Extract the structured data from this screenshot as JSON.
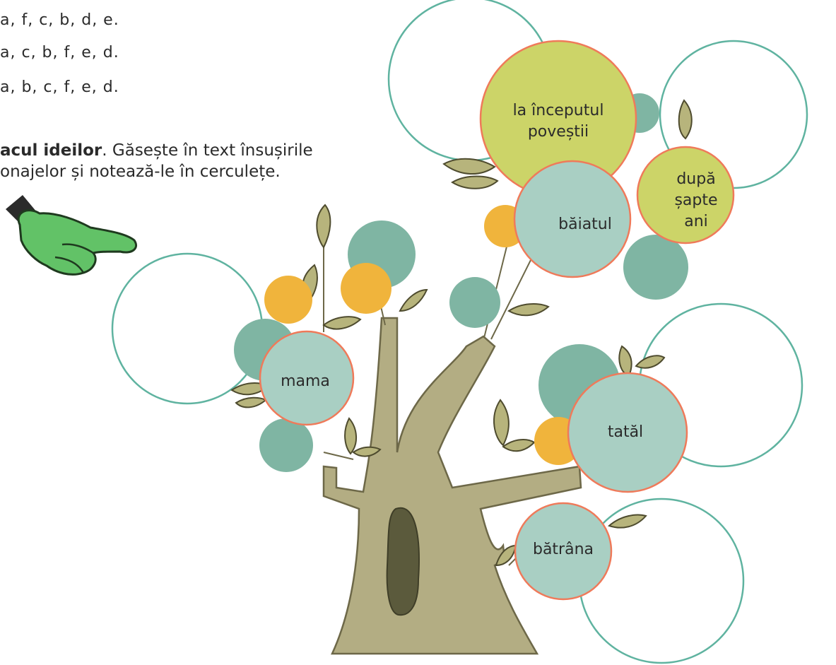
{
  "options": [
    "a, f, c, b, d, e.",
    "a, c, b, f, e, d.",
    "a, b, c, f, e, d."
  ],
  "instruction": {
    "bold": "acul ideilor",
    "rest": ". Găsește în text însușirile",
    "line2": "onajelor și notează-le în cerculețe."
  },
  "nodes": {
    "inceput_l1": "la începutul",
    "inceput_l2": "poveștii",
    "dupa_l1": "după",
    "dupa_l2": "șapte",
    "dupa_l3": "ani",
    "baiatul": "băiatul",
    "mama": "mama",
    "tatal": "tatăl",
    "batrana": "bătrâna"
  },
  "colors": {
    "teal_outline": "#5fb3a0",
    "sage_circle": "#a9cfc3",
    "dark_sage": "#7fb5a3",
    "lime_circle": "#ccd468",
    "orange_circle": "#f0b43c",
    "red_outline": "#ef7a5a",
    "trunk": "#b3ad83",
    "leaf": "#b7b47c",
    "hand_green": "#62c267"
  }
}
